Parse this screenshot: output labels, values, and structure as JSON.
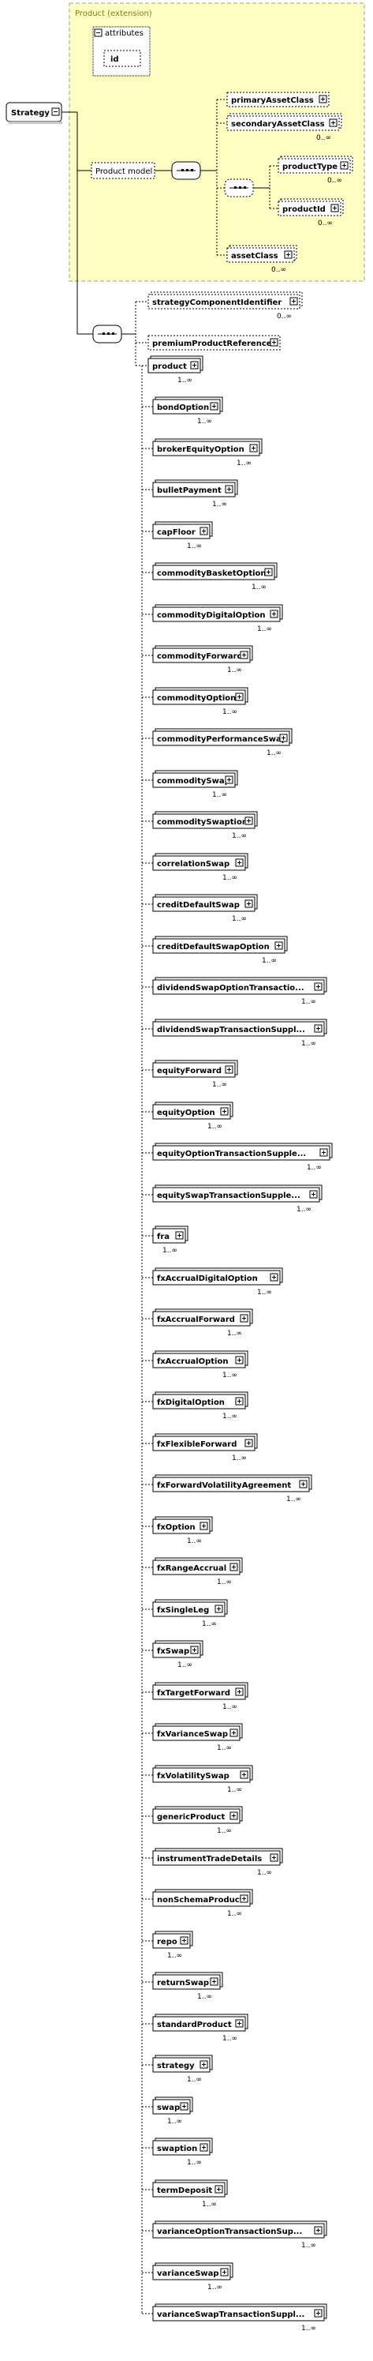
{
  "root": {
    "name": "Strategy"
  },
  "extension_group": {
    "title": "Product (extension)",
    "attributes_label": "attributes",
    "attribute": "id",
    "product_model": "Product model",
    "seq1": [
      {
        "name": "primaryAssetClass",
        "occ": ""
      },
      {
        "name": "secondaryAssetClass",
        "occ": "0..∞"
      }
    ],
    "choice": [
      {
        "name": "productType",
        "occ": "0..∞"
      },
      {
        "name": "productId",
        "occ": "0..∞"
      }
    ],
    "after": [
      {
        "name": "assetClass",
        "occ": "0..∞"
      }
    ]
  },
  "main_seq": [
    {
      "name": "strategyComponentIdentifier",
      "occ": "0..∞",
      "optional": true
    },
    {
      "name": "premiumProductReference",
      "occ": "",
      "optional": true
    },
    {
      "name": "product",
      "occ": "1..∞",
      "optional": false
    }
  ],
  "choice_items": [
    {
      "name": "bondOption",
      "occ": "1..∞"
    },
    {
      "name": "brokerEquityOption",
      "occ": "1..∞"
    },
    {
      "name": "bulletPayment",
      "occ": "1..∞"
    },
    {
      "name": "capFloor",
      "occ": "1..∞"
    },
    {
      "name": "commodityBasketOption",
      "occ": "1..∞"
    },
    {
      "name": "commodityDigitalOption",
      "occ": "1..∞"
    },
    {
      "name": "commodityForward",
      "occ": "1..∞"
    },
    {
      "name": "commodityOption",
      "occ": "1..∞"
    },
    {
      "name": "commodityPerformanceSwap",
      "occ": "1..∞"
    },
    {
      "name": "commoditySwap",
      "occ": "1..∞"
    },
    {
      "name": "commoditySwaption",
      "occ": "1..∞"
    },
    {
      "name": "correlationSwap",
      "occ": "1..∞"
    },
    {
      "name": "creditDefaultSwap",
      "occ": "1..∞"
    },
    {
      "name": "creditDefaultSwapOption",
      "occ": "1..∞"
    },
    {
      "name": "dividendSwapOptionTransactio...",
      "occ": "1..∞"
    },
    {
      "name": "dividendSwapTransactionSuppl...",
      "occ": "1..∞"
    },
    {
      "name": "equityForward",
      "occ": "1..∞"
    },
    {
      "name": "equityOption",
      "occ": "1..∞"
    },
    {
      "name": "equityOptionTransactionSupple...",
      "occ": "1..∞"
    },
    {
      "name": "equitySwapTransactionSupple...",
      "occ": "1..∞"
    },
    {
      "name": "fra",
      "occ": "1..∞"
    },
    {
      "name": "fxAccrualDigitalOption",
      "occ": "1..∞"
    },
    {
      "name": "fxAccrualForward",
      "occ": "1..∞"
    },
    {
      "name": "fxAccrualOption",
      "occ": "1..∞"
    },
    {
      "name": "fxDigitalOption",
      "occ": "1..∞"
    },
    {
      "name": "fxFlexibleForward",
      "occ": "1..∞"
    },
    {
      "name": "fxForwardVolatilityAgreement",
      "occ": "1..∞"
    },
    {
      "name": "fxOption",
      "occ": "1..∞"
    },
    {
      "name": "fxRangeAccrual",
      "occ": "1..∞"
    },
    {
      "name": "fxSingleLeg",
      "occ": "1..∞"
    },
    {
      "name": "fxSwap",
      "occ": "1..∞"
    },
    {
      "name": "fxTargetForward",
      "occ": "1..∞"
    },
    {
      "name": "fxVarianceSwap",
      "occ": "1..∞"
    },
    {
      "name": "fxVolatilitySwap",
      "occ": "1..∞"
    },
    {
      "name": "genericProduct",
      "occ": "1..∞"
    },
    {
      "name": "instrumentTradeDetails",
      "occ": "1..∞"
    },
    {
      "name": "nonSchemaProduct",
      "occ": "1..∞"
    },
    {
      "name": "repo",
      "occ": "1..∞"
    },
    {
      "name": "returnSwap",
      "occ": "1..∞"
    },
    {
      "name": "standardProduct",
      "occ": "1..∞"
    },
    {
      "name": "strategy",
      "occ": "1..∞"
    },
    {
      "name": "swap",
      "occ": "1..∞"
    },
    {
      "name": "swaption",
      "occ": "1..∞"
    },
    {
      "name": "termDeposit",
      "occ": "1..∞"
    },
    {
      "name": "varianceOptionTransactionSup...",
      "occ": "1..∞"
    },
    {
      "name": "varianceSwap",
      "occ": "1..∞"
    },
    {
      "name": "varianceSwapTransactionSuppl...",
      "occ": "1..∞"
    }
  ],
  "colors": {
    "extension_fill": "#ffffc4",
    "extension_border": "#a0a080",
    "stripe": "#c8c8c8"
  }
}
